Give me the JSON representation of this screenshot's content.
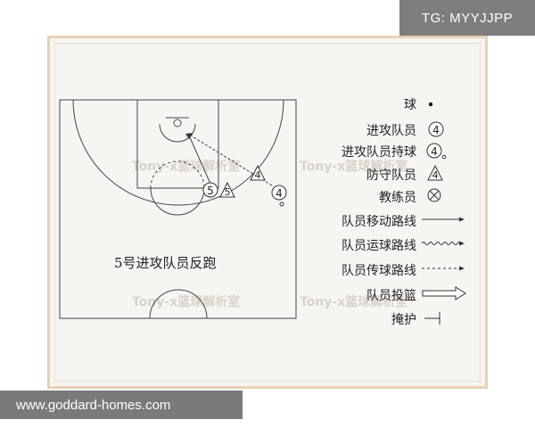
{
  "header_tag": "TG: MYYJJPP",
  "footer_tag": "www.goddard-homes.com",
  "diagram": {
    "caption": "5号进攻队员反跑",
    "offense_players": [
      "5",
      "4"
    ],
    "defense_players": [
      "5",
      "4"
    ],
    "watermark": "Tony-x篮球解析室"
  },
  "legend": [
    {
      "label": "球",
      "symbol": "ball-dot"
    },
    {
      "label": "进攻队员",
      "symbol": "offense-circle",
      "value": "4"
    },
    {
      "label": "进攻队员持球",
      "symbol": "offense-circle-ball",
      "value": "4"
    },
    {
      "label": "防守队员",
      "symbol": "defense-triangle",
      "value": "4"
    },
    {
      "label": "教练员",
      "symbol": "coach-x-circle"
    },
    {
      "label": "队员移动路线",
      "symbol": "solid-arrow"
    },
    {
      "label": "队员运球路线",
      "symbol": "wavy-arrow"
    },
    {
      "label": "队员传球路线",
      "symbol": "dashed-arrow"
    },
    {
      "label": "队员投篮",
      "symbol": "hollow-arrow"
    },
    {
      "label": "掩护",
      "symbol": "screen-line"
    }
  ]
}
